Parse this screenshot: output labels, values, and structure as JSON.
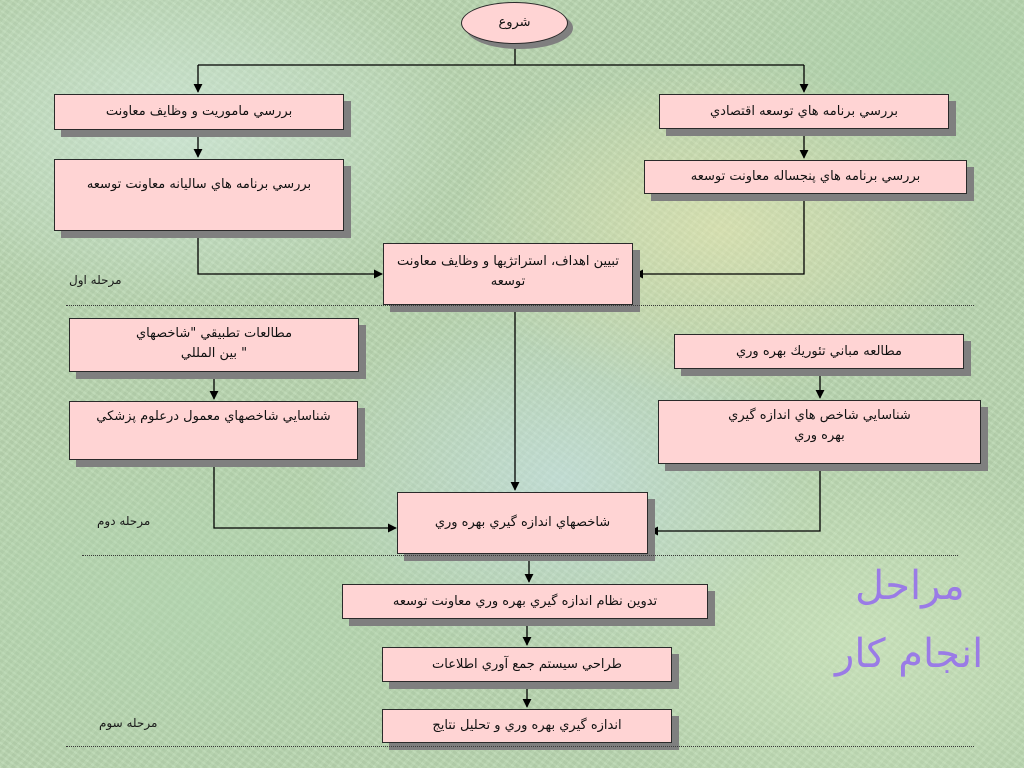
{
  "title": {
    "line1": "مراحل",
    "line2": "انجام کار",
    "color": "#9a7be6"
  },
  "colors": {
    "box_fill": "#ffd4d4",
    "box_border": "#2a2a2a",
    "shadow": "#7f7f7f",
    "connector": "#000000"
  },
  "stages": {
    "first": "مرحله اول",
    "second": "مرحله دوم",
    "third": "مرحله سوم"
  },
  "nodes": {
    "start": "شروع",
    "mission_review": "بررسي  ماموريت و وظايف معاونت",
    "economic_plans_review": "بررسي برنامه هاي توسعه اقتصادي",
    "annual_plans_review": "بررسي برنامه هاي ساليانه معاونت توسعه",
    "five_year_plans_review": "بررسي برنامه هاي پنجساله معاونت توسعه",
    "define_goals": "تبيين اهداف، استراتژيها و وظايف معاونت\nتوسعه",
    "intl_indicators_study": "مطالعات تطبيقي \"شاخصهاي\n\" بين المللي",
    "theory_study": "مطالعه مباني تئوريك بهره وري",
    "medical_indicators": "شناسايي شاخصهاي معمول درعلوم پزشكي",
    "measurement_indicators": "شناسايي شاخص هاي اندازه گيري\nبهره وري",
    "productivity_indicators": "شاخصهاي اندازه گيري بهره وري",
    "measurement_system": "تدوين نظام اندازه گيري بهره وري معاونت توسعه",
    "data_collection": "طراحي سيستم جمع آوري اطلاعات",
    "measure_analyze": "اندازه گيري بهره وري و تحليل نتايج"
  }
}
